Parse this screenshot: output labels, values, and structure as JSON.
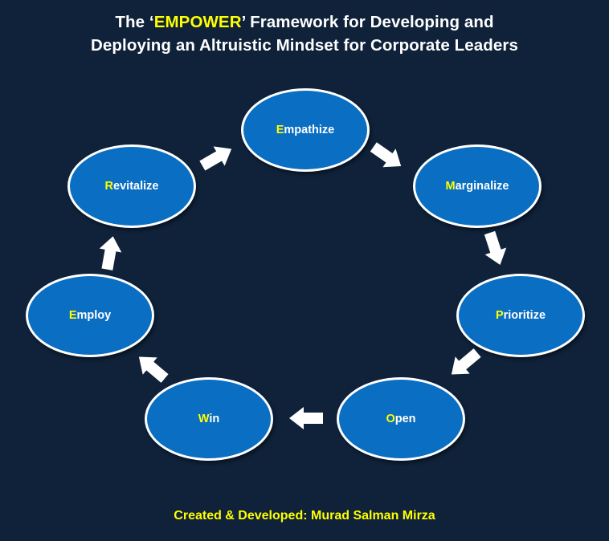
{
  "title": {
    "line1_prefix": "The ‘",
    "line1_highlight": "EMPOWER",
    "line1_suffix": "’ Framework for Developing and",
    "line2": "Deploying an Altruistic Mindset for Corporate Leaders"
  },
  "nodes": [
    {
      "initial": "E",
      "rest": "mpathize"
    },
    {
      "initial": "M",
      "rest": "arginalize"
    },
    {
      "initial": "P",
      "rest": "rioritize"
    },
    {
      "initial": "O",
      "rest": "pen"
    },
    {
      "initial": "W",
      "rest": "in"
    },
    {
      "initial": "E",
      "rest": "mploy"
    },
    {
      "initial": "R",
      "rest": "evitalize"
    }
  ],
  "credit": "Created & Developed: Murad Salman Mirza",
  "colors": {
    "background": "#0f223a",
    "node_fill": "#0a6ec2",
    "node_border": "#ffffff",
    "highlight": "#ffff00",
    "text": "#ffffff",
    "arrow": "#ffffff"
  }
}
